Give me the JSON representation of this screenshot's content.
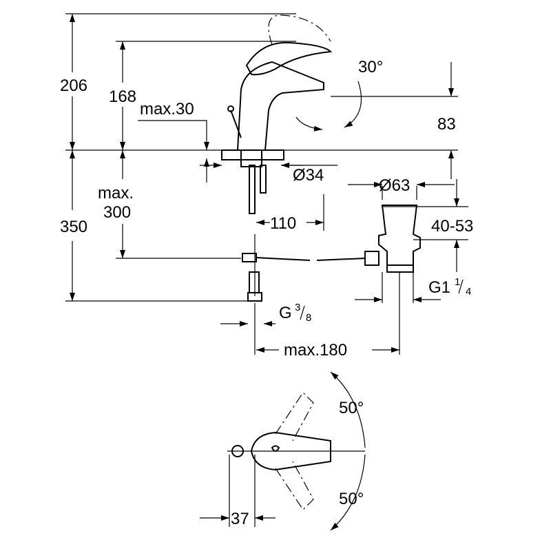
{
  "dimensions": {
    "total_height": "206",
    "spout_height": "168",
    "max_deck": "max.30",
    "spout_angle": "30°",
    "spout_reach_height": "83",
    "hole_diameter": "Ø34",
    "waste_diameter": "Ø63",
    "max_300_line1": "max.",
    "max_300_line2": "300",
    "below_deck": "350",
    "hose_offset": "110",
    "waste_range": "40-53",
    "waste_thread_main": "G1",
    "waste_thread_num": "1",
    "waste_thread_den": "4",
    "supply_thread_main": "G",
    "supply_thread_num": "3",
    "supply_thread_den": "8",
    "waste_distance": "max.180",
    "lever_rotation_top": "50°",
    "lever_rotation_bottom": "50°",
    "lever_offset": "37"
  }
}
